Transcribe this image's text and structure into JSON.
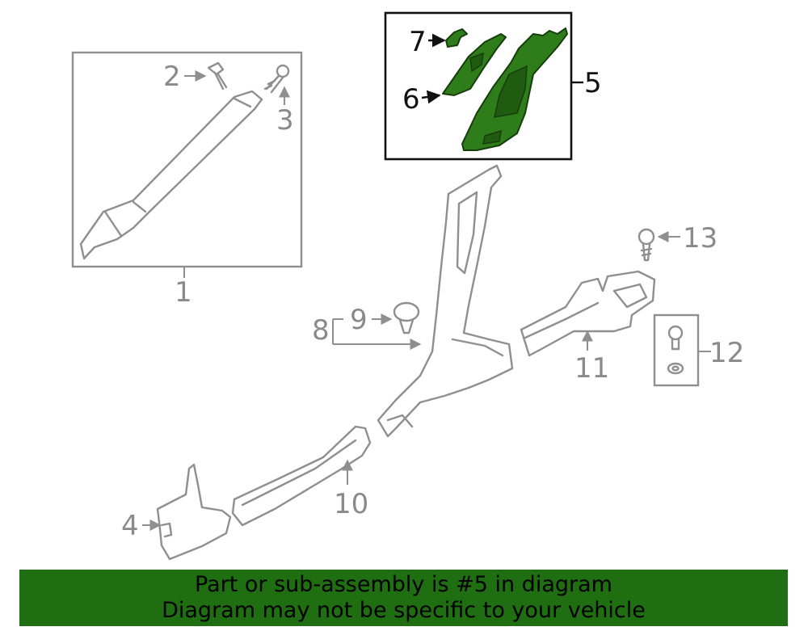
{
  "callouts": {
    "c1": "1",
    "c2": "2",
    "c3": "3",
    "c4": "4",
    "c5": "5",
    "c6": "6",
    "c7": "7",
    "c8": "8",
    "c9": "9",
    "c10": "10",
    "c11": "11",
    "c12": "12",
    "c13": "13"
  },
  "highlight": {
    "part_number": "5",
    "color": "#2e7d1a"
  },
  "banner": {
    "line1": "Part or sub-assembly is #5 in diagram",
    "line2": "Diagram may not be specific to your vehicle",
    "background": "#1f6e12"
  }
}
